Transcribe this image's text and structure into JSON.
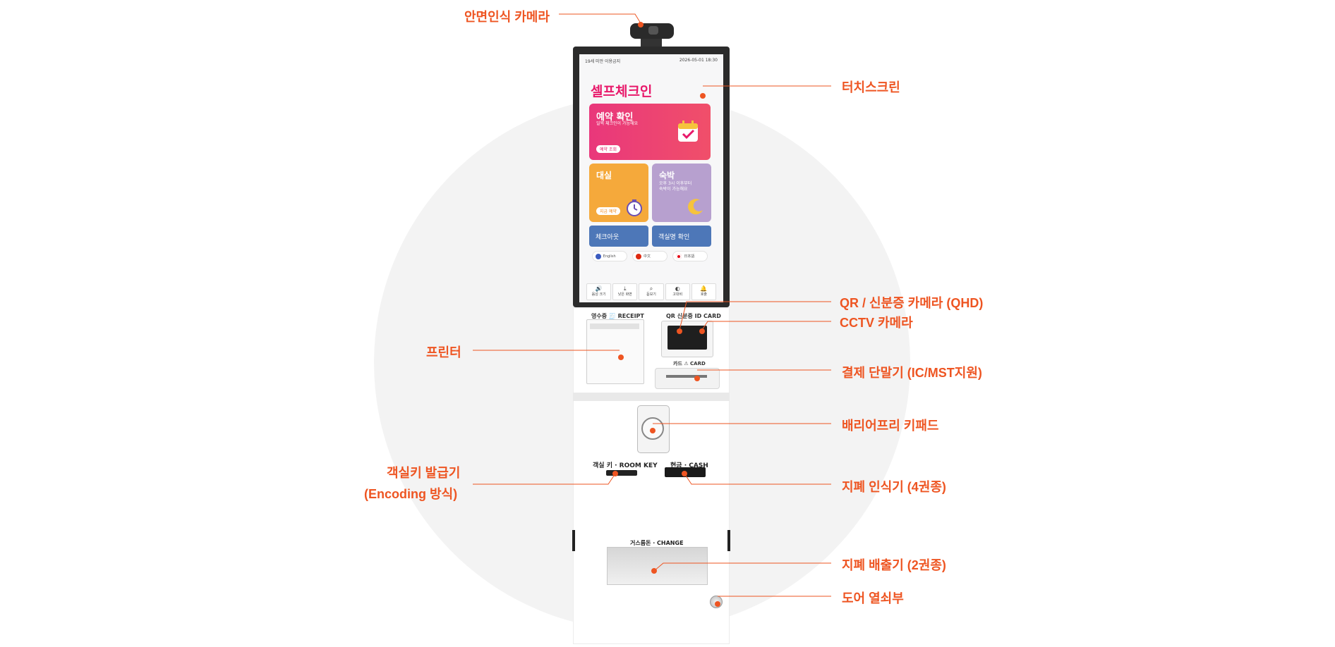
{
  "accent_color": "#ee5522",
  "kiosk": {
    "screen": {
      "status_left": "19세 미만 이용금지",
      "status_right": "2026-05-01 18:30",
      "title": "셀프체크인",
      "reservation": {
        "title": "예약 확인",
        "subtitle": "일찍 체크인이 가능해요",
        "pill": "예약 조회"
      },
      "day_use": {
        "title": "대실",
        "pill": "지금 예약"
      },
      "stay": {
        "title": "숙박",
        "line1": "오후 3시 이후부터",
        "line2": "숙박이 가능해요"
      },
      "checkout": "체크아웃",
      "room_check": "객실명 확인",
      "languages": [
        "English",
        "中文",
        "日本語"
      ],
      "toolbar": [
        "음성 크기",
        "낮은 화면",
        "돋보기",
        "고대비",
        "호출"
      ]
    },
    "labels": {
      "receipt": "영수증 🧾 RECEIPT",
      "qr_id": "QR   신분증   ID CARD",
      "card": "카드 ⚠ CARD",
      "room_key": "객실 키 · ROOM KEY",
      "cash": "현금 · CASH",
      "change": "거스름돈 · CHANGE"
    }
  },
  "callouts": {
    "face_camera": "안면인식 카메라",
    "touchscreen": "터치스크린",
    "qr_camera": "QR / 신분증 카메라 (QHD)",
    "cctv": "CCTV 카메라",
    "printer": "프린터",
    "payment": "결제 단말기 (IC/MST지원)",
    "keypad": "배리어프리 키패드",
    "key_issuer_line1": "객실키 발급기",
    "key_issuer_line2": "(Encoding 방식)",
    "bill_acceptor": "지폐 인식기 (4권종)",
    "bill_dispenser": "지폐 배출기 (2권종)",
    "door_lock": "도어 열쇠부"
  }
}
